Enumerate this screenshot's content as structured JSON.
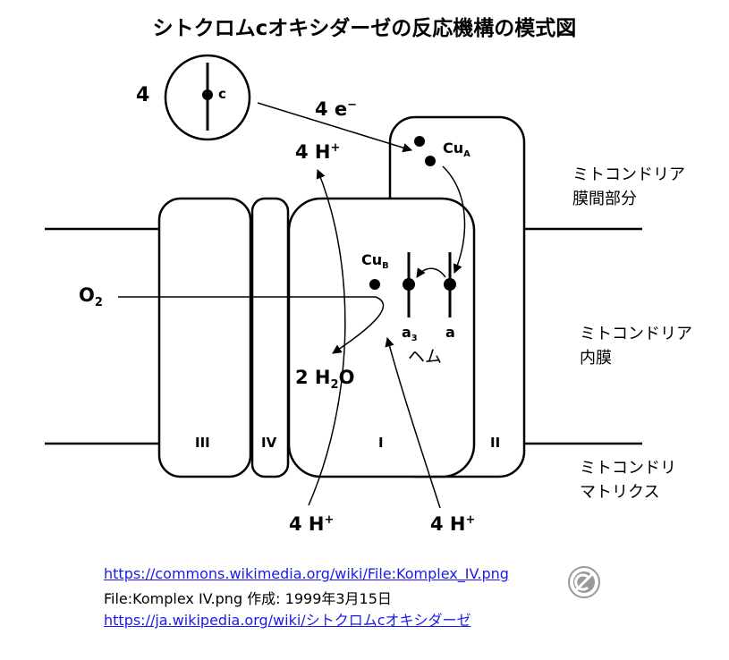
{
  "title": "シトクロムcオキシダーゼの反応機構の模式図",
  "labels": {
    "cyt_count": "4",
    "cyt_letter": "c",
    "electrons_num": "4 e",
    "electrons_sup": "−",
    "h_top_num": "4 H",
    "h_sup": "+",
    "cua_base": "Cu",
    "cua_sub": "A",
    "cub_base": "Cu",
    "cub_sub": "B",
    "o2_base": "O",
    "o2_sub": "2",
    "water_pre": "2 H",
    "water_sub": "2",
    "water_post": "O",
    "a3_base": "a",
    "a3_sub": "3",
    "a_label": "a",
    "heme": "ヘム",
    "h_bottom_left": "4 H",
    "h_bottom_right": "4 H",
    "sub_III": "III",
    "sub_IV": "IV",
    "sub_I": "I",
    "sub_II": "II"
  },
  "side_labels": {
    "ims_1": "ミトコンドリア",
    "ims_2": "膜間部分",
    "inner_1": "ミトコンドリア",
    "inner_2": "内膜",
    "matrix_1": "ミトコンドリ",
    "matrix_2": "マトリクス"
  },
  "footer": {
    "link1": "https://commons.wikimedia.org/wiki/File:Komplex_IV.png",
    "line2": "File:Komplex IV.png 作成: 1999年3月15日",
    "link3": "https://ja.wikipedia.org/wiki/シトクロムcオキシダーゼ"
  },
  "colors": {
    "link": "#1a1aee",
    "line": "#000000"
  },
  "icons": {
    "public_domain": "no-copyright-icon"
  }
}
